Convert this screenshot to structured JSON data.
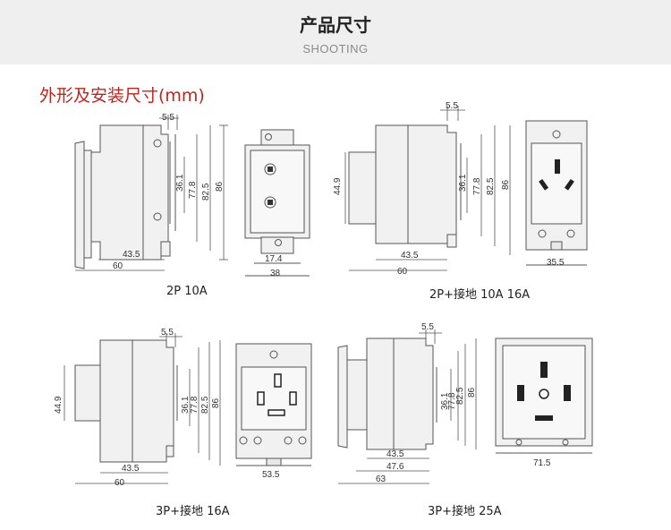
{
  "banner": {
    "title": "产品尺寸",
    "subtitle": "SHOOTING"
  },
  "section_title": "外形及安装尺寸(mm)",
  "captions": {
    "p2_10a": "2P 10A",
    "p2e_10a16a": "2P+接地 10A 16A",
    "p3e_16a": "3P+接地 16A",
    "p3e_25a": "3P+接地 25A"
  },
  "dims": {
    "d5_5": "5.5",
    "d36_1": "36.1",
    "d77_8": "77.8",
    "d82_5": "82.5",
    "d86": "86",
    "d43_5": "43.5",
    "d60": "60",
    "d17_4": "17.4",
    "d38": "38",
    "d44_9": "44.9",
    "d35_5": "35.5",
    "d53_5": "53.5",
    "d47_6": "47.6",
    "d63": "63",
    "d71_5": "71.5"
  },
  "colors": {
    "line": "#555555",
    "fill": "#f1f1f1",
    "accent": "#c0241e"
  }
}
